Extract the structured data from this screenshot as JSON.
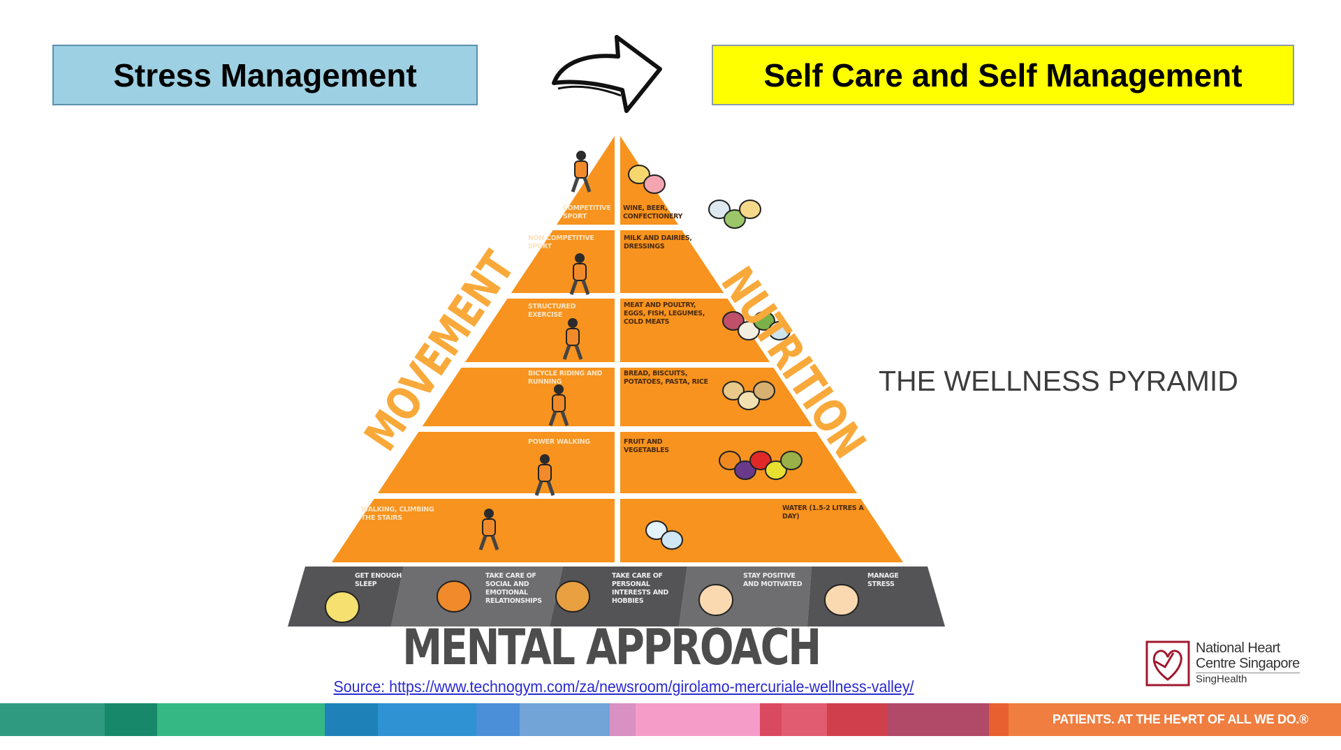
{
  "header": {
    "left_box": "Stress Management",
    "right_box": "Self Care and Self Management"
  },
  "pyramid": {
    "left_side_title": "MOVEMENT",
    "right_side_title": "NUTRITION",
    "base_title": "MENTAL APPROACH",
    "movement_levels": [
      {
        "label": "Competitive sport",
        "icon": "hurdler-icon"
      },
      {
        "label": "Non competitive sport",
        "icon": "football-player-icon"
      },
      {
        "label": "Structured exercise",
        "icon": "treadmill-runner-icon"
      },
      {
        "label": "Bicycle riding and running",
        "icon": "cyclist-icon"
      },
      {
        "label": "Power walking",
        "icon": "walker-icon"
      },
      {
        "label": "Walking, climbing the stairs",
        "icon": "people-walking-icon"
      }
    ],
    "nutrition_levels": [
      {
        "label": "Wine, beer, confectionery",
        "icon": "beer-cake-icon"
      },
      {
        "label": "Milk and dairies, dressings",
        "icon": "milk-cheese-icon"
      },
      {
        "label": "Meat and poultry, eggs, fish, legumes, cold meats",
        "icon": "meat-fish-icon"
      },
      {
        "label": "Bread, biscuits, potatoes, pasta, rice",
        "icon": "bread-pasta-icon"
      },
      {
        "label": "Fruit and vegetables",
        "icon": "fruit-vegetables-icon"
      },
      {
        "label": "Water (1.5-2 litres a day)",
        "icon": "water-jug-icon"
      }
    ],
    "mental_items": [
      {
        "label": "Get enough sleep",
        "icon": "sleeping-icon"
      },
      {
        "label": "Take care of social and emotional relationships",
        "icon": "family-icon"
      },
      {
        "label": "Take care of personal interests and hobbies",
        "icon": "guitar-icon"
      },
      {
        "label": "Stay positive and motivated",
        "icon": "thumbs-up-icon"
      },
      {
        "label": "Manage stress",
        "icon": "smiling-face-icon"
      }
    ]
  },
  "side_title": "THE WELLNESS PYRAMID",
  "source_link": "Source: https://www.technogym.com/za/newsroom/girolamo-mercuriale-wellness-valley/",
  "logo": {
    "line1": "National Heart",
    "line2": "Centre Singapore",
    "sub": "SingHealth"
  },
  "footer": {
    "slogan": "PATIENTS. AT THE HE♥RT OF ALL WE DO.®"
  },
  "colors": {
    "orange": "#f7931e",
    "gray_dark": "#545456",
    "gray_light": "#6e6e70",
    "stripe": [
      "#2f9a80",
      "#17896a",
      "#35b884",
      "#1e82b8",
      "#2f92d2",
      "#4a8fd8",
      "#72a4d8",
      "#d990c2",
      "#f59dc8",
      "#d94a60",
      "#e15c70",
      "#d0404c",
      "#b04a68",
      "#e8602f",
      "#f07e40"
    ]
  }
}
